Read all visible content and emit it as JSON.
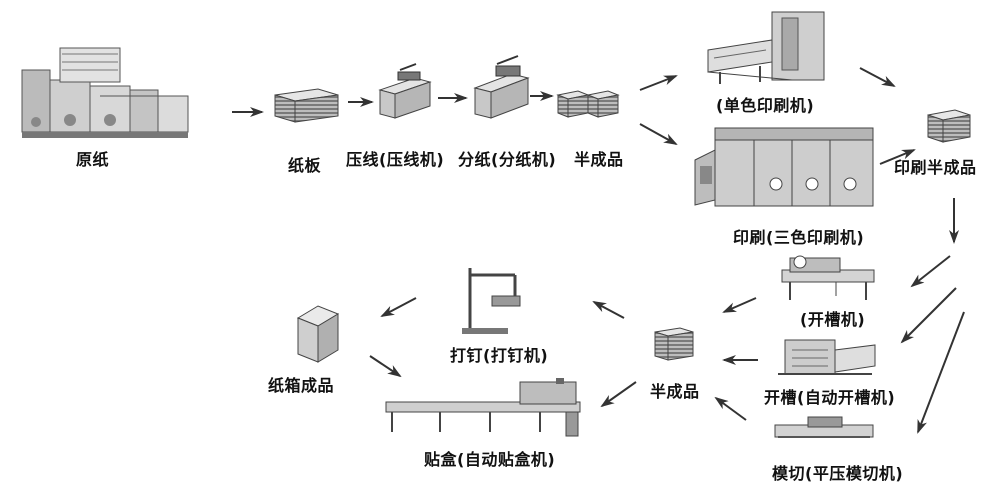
{
  "labels": {
    "raw_paper": "原纸",
    "board": "纸板",
    "creasing": "压线(压线机)",
    "slitting": "分纸(分纸机)",
    "semi_top": "半成品",
    "single_printer": "(单色印刷机)",
    "three_color_printer": "印刷(三色印刷机)",
    "printed_semi": "印刷半成品",
    "slotter": "(开槽机)",
    "auto_slotter": "开槽(自动开槽机)",
    "die_cut": "模切(平压模切机)",
    "semi_bottom": "半成品",
    "gluing": "贴盒(自动贴盒机)",
    "stitching": "打钉(打钉机)",
    "finished_box": "纸箱成品"
  },
  "colors": {
    "ink": "#333333",
    "gray_light": "#d4d4d4",
    "gray_mid": "#9a9a9a",
    "gray_dark": "#555555"
  }
}
